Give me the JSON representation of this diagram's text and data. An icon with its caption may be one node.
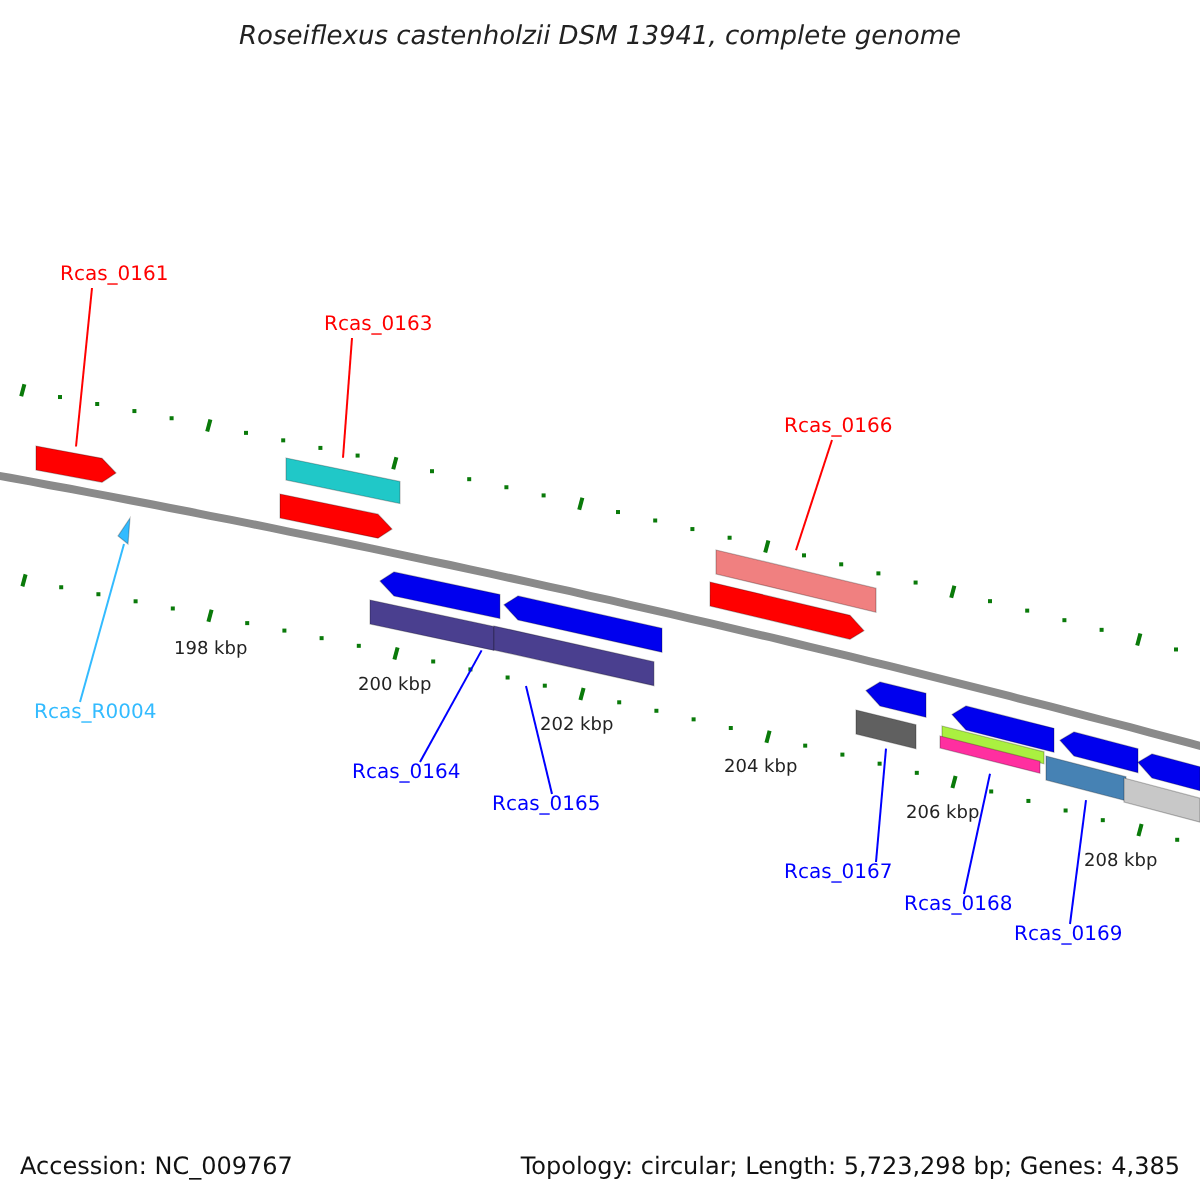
{
  "diagram": {
    "title": "Roseiflexus castenholzii DSM 13941, complete genome",
    "nodes": [
      {
        "text": [
          "Rcas_0161"
        ]
      },
      {
        "text": [
          "Rcas_0163"
        ]
      },
      {
        "text": [
          "Rcas_0166"
        ]
      },
      {
        "text": [
          "Rcas_R0004"
        ]
      },
      {
        "text": [
          "Rcas_0164"
        ]
      },
      {
        "text": [
          "Rcas_0165"
        ]
      },
      {
        "text": [
          "Rcas_0167"
        ]
      },
      {
        "text": [
          "Rcas_0168"
        ]
      },
      {
        "text": [
          "Rcas_0169"
        ]
      },
      {
        "text": [],
        "shape": "pentagon"
      },
      {
        "text": [],
        "shape": "triangle"
      },
      {
        "text": [],
        "shape": "bar"
      },
      {
        "text": [],
        "shape": "pentagon"
      },
      {
        "text": [],
        "shape": "bar"
      },
      {
        "text": [],
        "shape": "pentagon"
      },
      {
        "text": [],
        "shape": "bar"
      },
      {
        "text": [],
        "shape": "pentagon"
      },
      {
        "text": [],
        "shape": "pentagon"
      },
      {
        "text": [],
        "shape": "bar"
      },
      {
        "text": [],
        "shape": "bar"
      },
      {
        "text": [],
        "shape": "pentagon"
      },
      {
        "text": [],
        "shape": "bar"
      },
      {
        "text": [],
        "shape": "bar"
      },
      {
        "text": [],
        "shape": "pentagon"
      },
      {
        "text": [],
        "shape": "bar"
      },
      {
        "text": [],
        "shape": "pentagon"
      },
      {
        "text": [],
        "shape": "bar"
      },
      {
        "text": [],
        "shape": "pentagon"
      }
    ],
    "edges": [
      {
        "from": 0,
        "to": 9,
        "arrow": "none",
        "color": "#ff0000"
      },
      {
        "from": 1,
        "to": 11,
        "arrow": "none",
        "color": "#ff0000"
      },
      {
        "from": 2,
        "to": 18,
        "arrow": "none",
        "color": "#ff0000"
      },
      {
        "from": 3,
        "to": 10,
        "arrow": "none",
        "color": "#33bbff"
      },
      {
        "from": 4,
        "to": 13,
        "arrow": "none"
      },
      {
        "from": 5,
        "to": 15,
        "arrow": "none"
      },
      {
        "from": 6,
        "to": 19,
        "arrow": "none"
      },
      {
        "from": 7,
        "to": 22,
        "arrow": "none"
      },
      {
        "from": 8,
        "to": 24,
        "arrow": "none"
      }
    ],
    "labels": [
      "198 kbp",
      "200 kbp",
      "202 kbp",
      "204 kbp",
      "206 kbp",
      "208 kbp",
      "Accession: NC_009767",
      "Topology: circular; Length: 5,723,298 bp; Genes: 4,385"
    ]
  }
}
